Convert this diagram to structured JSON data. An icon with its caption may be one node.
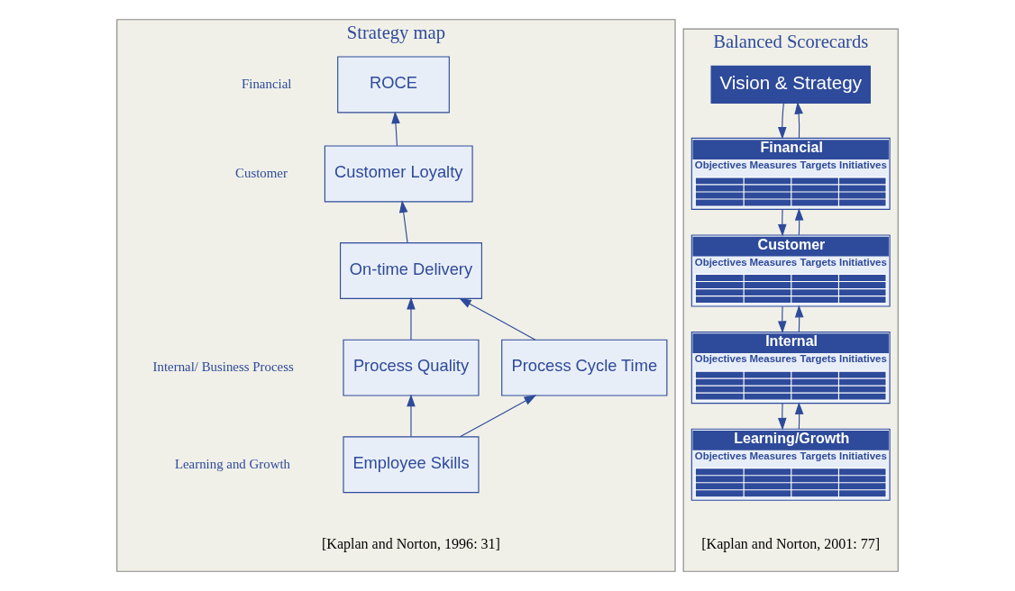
{
  "diagram": {
    "nodes": [
      {
        "text": [
          "Strategy map"
        ]
      },
      {
        "text": [
          "ROCE"
        ],
        "in": 0
      },
      {
        "text": [
          "Customer Loyalty"
        ],
        "in": 0
      },
      {
        "text": [
          "On-time Delivery"
        ],
        "in": 0
      },
      {
        "text": [
          "Process Quality"
        ],
        "in": 0
      },
      {
        "text": [
          "Process Cycle Time"
        ],
        "in": 0
      },
      {
        "text": [
          "Employee Skills"
        ],
        "in": 0
      },
      {
        "text": [
          "Balanced Scorecards"
        ]
      },
      {
        "text": [
          "Vision & Strategy"
        ],
        "in": 7
      },
      {
        "text": [
          "Financial",
          "Objectives",
          "Measures",
          "Targets",
          "Initiatives"
        ],
        "in": 7
      },
      {
        "text": [
          "Customer",
          "Objectives",
          "Measures",
          "Targets",
          "Initiatives"
        ],
        "in": 7
      },
      {
        "text": [
          "Internal",
          "Objectives",
          "Measures",
          "Targets",
          "Initiatives"
        ],
        "in": 7
      },
      {
        "text": [
          "Learning/Growth",
          "Objectives",
          "Measures",
          "Targets",
          "Initiatives"
        ],
        "in": 7
      }
    ],
    "edges": [
      {
        "from": 2,
        "to": 1,
        "arrow": "to"
      },
      {
        "from": 3,
        "to": 2,
        "arrow": "to"
      },
      {
        "from": 4,
        "to": 3,
        "arrow": "to"
      },
      {
        "from": 5,
        "to": 3,
        "arrow": "to"
      },
      {
        "from": 6,
        "to": 4,
        "arrow": "to"
      },
      {
        "from": 6,
        "to": 5,
        "arrow": "to"
      },
      {
        "from": 8,
        "to": 9,
        "arrow": "to"
      },
      {
        "from": 9,
        "to": 8,
        "arrow": "to"
      },
      {
        "from": 9,
        "to": 10,
        "arrow": "to"
      },
      {
        "from": 10,
        "to": 9,
        "arrow": "to"
      },
      {
        "from": 10,
        "to": 11,
        "arrow": "to"
      },
      {
        "from": 11,
        "to": 10,
        "arrow": "to"
      },
      {
        "from": 11,
        "to": 12,
        "arrow": "to"
      },
      {
        "from": 12,
        "to": 11,
        "arrow": "to"
      }
    ],
    "labels": [
      "Financial",
      "Customer",
      "Internal/ Business Process",
      "Learning and Growth",
      "[Kaplan and Norton, 1996: 31]",
      "[Kaplan and Norton, 2001: 77]"
    ]
  }
}
